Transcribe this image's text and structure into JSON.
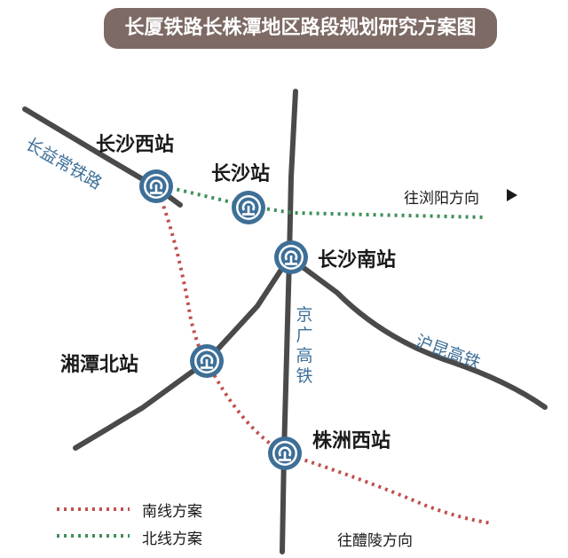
{
  "title": "长厦铁路长株潭地区路段规划研究方案图",
  "stations": {
    "changsha_west": "长沙西站",
    "changsha": "长沙站",
    "changsha_south": "长沙南站",
    "xiangtan_north": "湘潭北站",
    "zhuzhou_west": "株洲西站"
  },
  "lines": {
    "changyichang": "长益常铁路",
    "jingguang": "京广高铁",
    "hukun": "沪昆高铁"
  },
  "directions": {
    "liuyang": "往浏阳方向",
    "liling": "往醴陵方向"
  },
  "legend": {
    "south": "南线方案",
    "north": "北线方案"
  },
  "colors": {
    "title_bg": "#7d6a64",
    "station_blue": "#3e6f97",
    "south_line": "#c0504d",
    "north_line": "#3f8f5a",
    "rail": "#4a4a4a"
  },
  "icons": [
    "station-icon",
    "arrow-right-icon"
  ]
}
